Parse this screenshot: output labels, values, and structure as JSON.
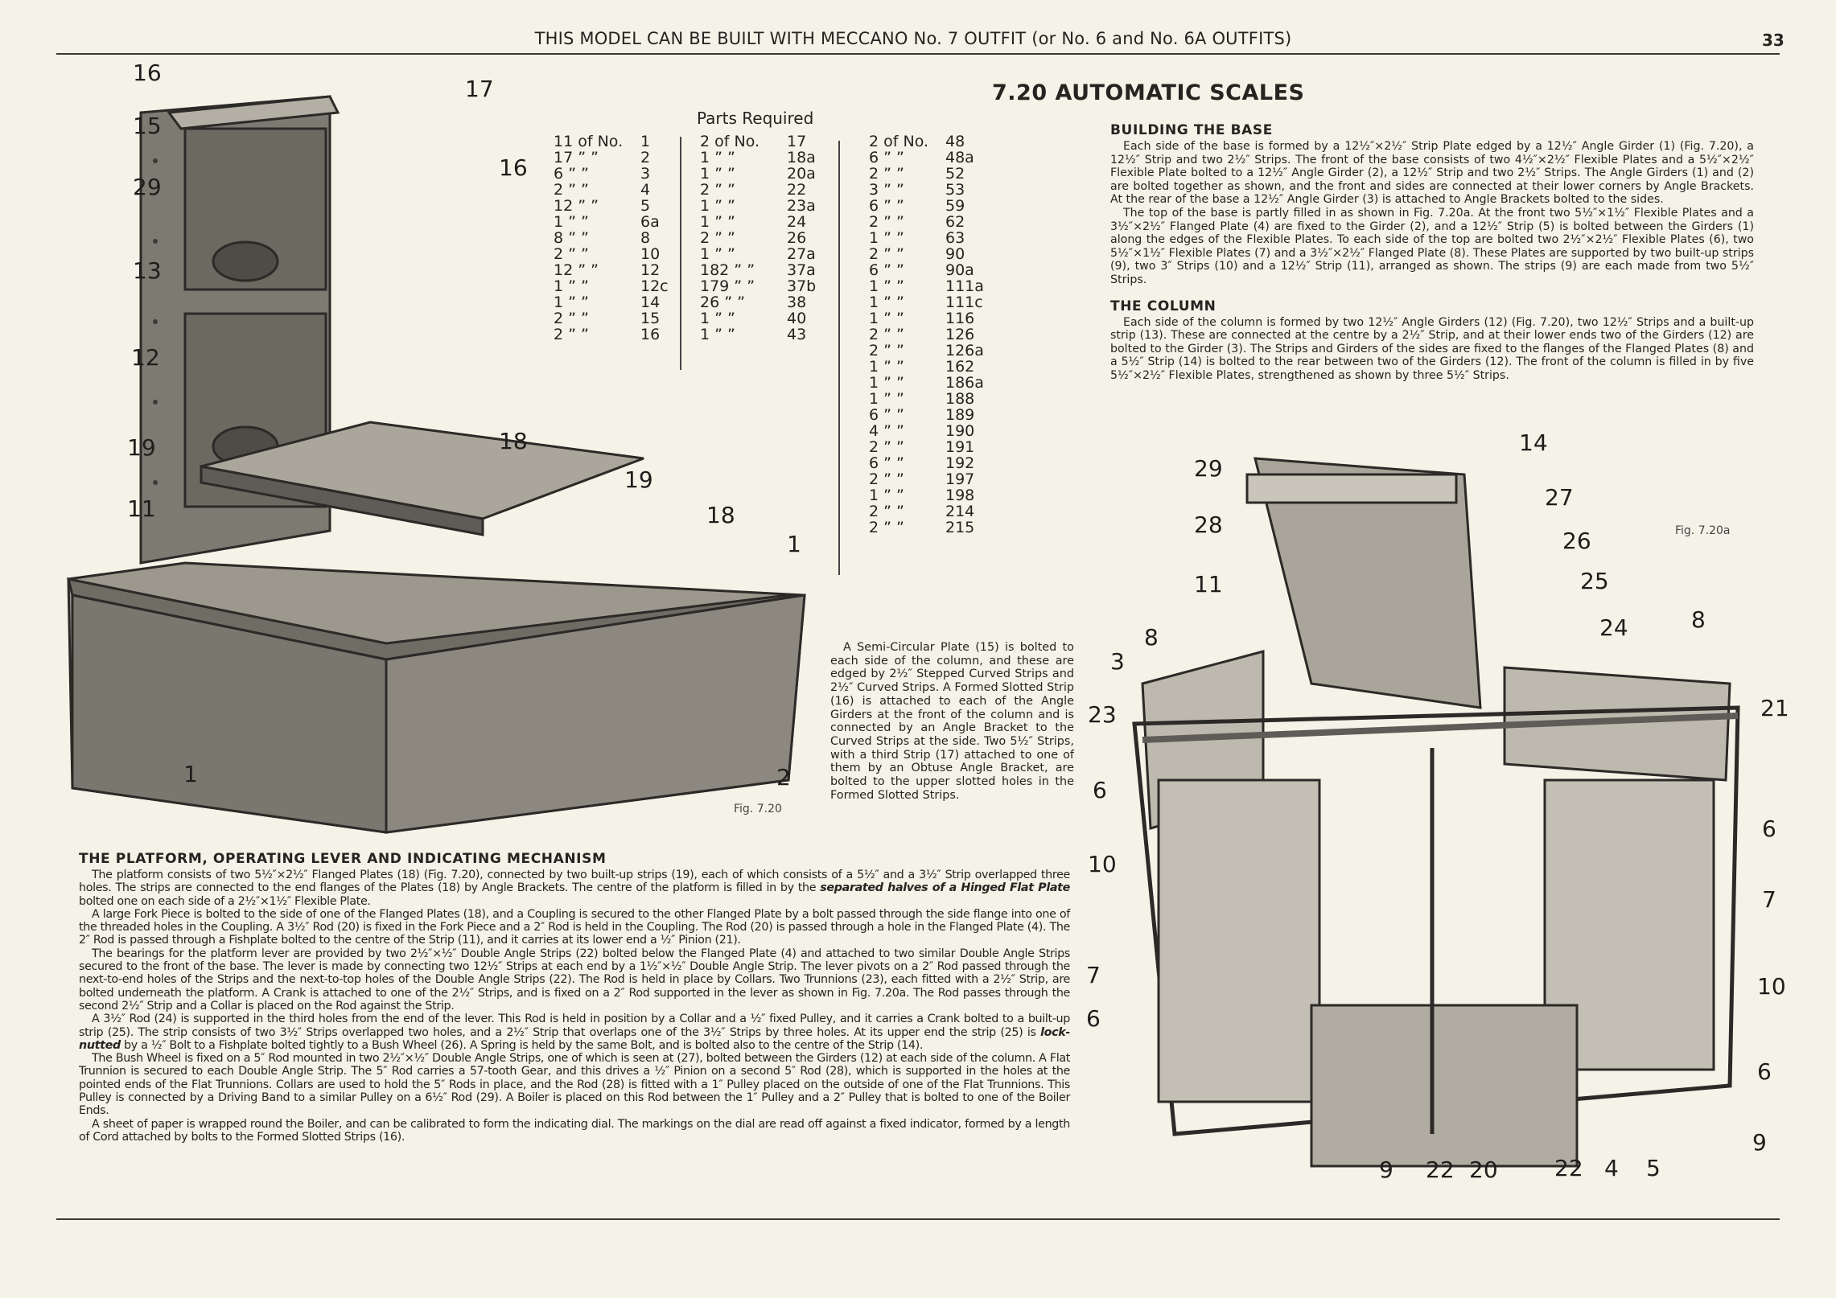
{
  "header": {
    "outfit_line": "THIS MODEL CAN BE BUILT WITH MECCANO No. 7 OUTFIT (or No. 6 and No. 6A OUTFITS)",
    "page_number": "33"
  },
  "title": "7.20  AUTOMATIC SCALES",
  "parts": {
    "heading": "Parts Required",
    "columns": [
      [
        [
          "11 of No.",
          "1"
        ],
        [
          "17  ”  ”",
          "2"
        ],
        [
          "6  ”  ”",
          "3"
        ],
        [
          "2  ”  ”",
          "4"
        ],
        [
          "12  ”  ”",
          "5"
        ],
        [
          "1  ”  ”",
          "6a"
        ],
        [
          "8  ”  ”",
          "8"
        ],
        [
          "2  ”  ”",
          "10"
        ],
        [
          "12  ”  ”",
          "12"
        ],
        [
          "1  ”  ”",
          "12c"
        ],
        [
          "1  ”  ”",
          "14"
        ],
        [
          "2  ”  ”",
          "15"
        ],
        [
          "2  ”  ”",
          "16"
        ]
      ],
      [
        [
          "2 of No.",
          "17"
        ],
        [
          "1  ”  ”",
          "18a"
        ],
        [
          "1  ”  ”",
          "20a"
        ],
        [
          "2  ”  ”",
          "22"
        ],
        [
          "1  ”  ”",
          "23a"
        ],
        [
          "1  ”  ”",
          "24"
        ],
        [
          "2  ”  ”",
          "26"
        ],
        [
          "1  ”  ”",
          "27a"
        ],
        [
          "182  ”  ”",
          "37a"
        ],
        [
          "179  ”  ”",
          "37b"
        ],
        [
          "26  ”  ”",
          "38"
        ],
        [
          "1  ”  ”",
          "40"
        ],
        [
          "1  ”  ”",
          "43"
        ]
      ],
      [
        [
          "2 of No.",
          "48"
        ],
        [
          "6  ”  ”",
          "48a"
        ],
        [
          "2  ”  ”",
          "52"
        ],
        [
          "3  ”  ”",
          "53"
        ],
        [
          "6  ”  ”",
          "59"
        ],
        [
          "2  ”  ”",
          "62"
        ],
        [
          "1  ”  ”",
          "63"
        ],
        [
          "2  ”  ”",
          "90"
        ],
        [
          "6  ”  ”",
          "90a"
        ],
        [
          "1  ”  ”",
          "111a"
        ],
        [
          "1  ”  ”",
          "111c"
        ],
        [
          "1  ”  ”",
          "116"
        ],
        [
          "2  ”  ”",
          "126"
        ],
        [
          "2  ”  ”",
          "126a"
        ],
        [
          "1  ”  ”",
          "162"
        ],
        [
          "1  ”  ”",
          "186a"
        ],
        [
          "1  ”  ”",
          "188"
        ],
        [
          "6  ”  ”",
          "189"
        ],
        [
          "4  ”  ”",
          "190"
        ],
        [
          "2  ”  ”",
          "191"
        ],
        [
          "6  ”  ”",
          "192"
        ],
        [
          "2  ”  ”",
          "197"
        ],
        [
          "1  ”  ”",
          "198"
        ],
        [
          "2  ”  ”",
          "214"
        ],
        [
          "2  ”  ”",
          "215"
        ]
      ]
    ]
  },
  "building_base": {
    "heading": "BUILDING THE BASE",
    "paragraphs": [
      "Each side of the base is formed by a 12½″×2½″ Strip Plate edged by a 12½″ Angle Girder (1) (Fig. 7.20), a 12½″ Strip and two 2½″ Strips. The front of the base consists of two 4½″×2½″ Flexible Plates and a 5½″×2½″ Flexible Plate bolted to a 12½″ Angle Girder (2), a 12½″ Strip and two 2½″ Strips. The Angle Girders (1) and (2) are bolted together as shown, and the front and sides are connected at their lower corners by Angle Brackets. At the rear of the base a 12½″ Angle Girder (3) is attached to Angle Brackets bolted to the sides.",
      "The top of the base is partly filled in as shown in Fig. 7.20a. At the front two 5½″×1½″ Flexible Plates and a 3½″×2½″ Flanged Plate (4) are fixed to the Girder (2), and a 12½″ Strip (5) is bolted between the Girders (1) along the edges of the Flexible Plates. To each side of the top are bolted two 2½″×2½″ Flexible Plates (6), two 5½″×1½″ Flexible Plates (7) and a 3½″×2½″ Flanged Plate (8). These Plates are supported by two built-up strips (9), two 3″ Strips (10) and a 12½″ Strip (11), arranged as shown. The strips (9) are each made from two 5½″ Strips."
    ]
  },
  "column": {
    "heading": "THE COLUMN",
    "paragraphs": [
      "Each side of the column is formed by two 12½″ Angle Girders (12) (Fig. 7.20), two 12½″ Strips and a built-up strip (13). These are connected at the centre by a 2½″ Strip, and at their lower ends two of the Girders (12) are bolted to the Girder (3). The Strips and Girders of the sides are fixed to the flanges of the Flanged Plates (8) and a 5½″ Strip (14) is bolted to the rear between two of the Girders (12). The front of the column is filled in by five 5½″×2½″ Flexible Plates, strengthened as shown by three 5½″ Strips."
    ]
  },
  "semi_circular_note": "A Semi-Circular Plate (15) is bolted to each side of the column, and these are edged by 2½″ Stepped Curved Strips and 2½″ Curved Strips. A Formed Slotted Strip (16) is attached to each of the Angle Girders at the front of the column and is connected by an Angle Bracket to the Curved Strips at the side. Two 5½″ Strips, with a third Strip (17) attached to one of them by an Obtuse Angle Bracket, are bolted to the upper slotted holes in the Formed Slotted Strips.",
  "platform": {
    "heading": "THE PLATFORM, OPERATING LEVER AND INDICATING MECHANISM",
    "p1_a": "The platform consists of two 5½″×2½″ Flanged Plates (18) (Fig. 7.20), connected by two built-up strips (19), each of which consists of a 5½″ and a 3½″ Strip overlapped three holes. The strips are connected to the end flanges of the Plates (18) by Angle Brackets. The centre of the platform is filled in by the ",
    "p1_em": "separated halves of a Hinged Flat Plate",
    "p1_b": " bolted one on each side of a 2½″×1½″ Flexible Plate.",
    "p2": "A large Fork Piece is bolted to the side of one of the Flanged Plates (18), and a Coupling is secured to the other Flanged Plate by a bolt passed through the side flange into one of the threaded holes in the Coupling. A 3½″ Rod (20) is fixed in the Fork Piece and a 2″ Rod is held in the Coupling. The Rod (20) is passed through a hole in the Flanged Plate (4). The 2″ Rod is passed through a Fishplate bolted to the centre of the Strip (11), and it carries at its lower end a ½″ Pinion (21).",
    "p3": "The bearings for the platform lever are provided by two 2½″×½″ Double Angle Strips (22) bolted below the Flanged Plate (4) and attached to two similar Double Angle Strips secured to the front of the base. The lever is made by connecting two 12½″ Strips at each end by a 1½″×½″ Double Angle Strip. The lever pivots on a 2″ Rod passed through the next-to-end holes of the Strips and the next-to-top holes of the Double Angle Strips (22). The Rod is held in place by Collars. Two Trunnions (23), each fitted with a 2½″ Strip, are bolted underneath the platform. A Crank is attached to one of the 2½″ Strips, and is fixed on a 2″ Rod supported in the lever as shown in Fig. 7.20a. The Rod passes through the second 2½″ Strip and a Collar is placed on the Rod against the Strip.",
    "p4_a": "A 3½″ Rod (24) is supported in the third holes from the end of the lever. This Rod is held in position by a Collar and a ½″ fixed Pulley, and it carries a Crank bolted to a built-up strip (25). The strip consists of two 3½″ Strips overlapped two holes, and a 2½″ Strip that overlaps one of the 3½″ Strips by three holes. At its upper end the strip (25) is ",
    "p4_em": "lock-nutted",
    "p4_b": " by a ½″ Bolt to a Fishplate bolted tightly to a Bush Wheel (26). A Spring is held by the same Bolt, and is bolted also to the centre of the Strip (14).",
    "p5": "The Bush Wheel is fixed on a 5″ Rod mounted in two 2½″×½″ Double Angle Strips, one of which is seen at (27), bolted between the Girders (12) at each side of the column. A Flat Trunnion is secured to each Double Angle Strip. The 5″ Rod carries a 57-tooth Gear, and this drives a ½″ Pinion on a second 5″ Rod (28), which is supported in the holes at the pointed ends of the Flat Trunnions. Collars are used to hold the 5″ Rods in place, and the Rod (28) is fitted with a 1″ Pulley placed on the outside of one of the Flat Trunnions. This Pulley is connected by a Driving Band to a similar Pulley on a 6½″ Rod (29). A Boiler is placed on this Rod between the 1″ Pulley and a 2″ Pulley that is bolted to one of the Boiler Ends.",
    "p6": "A sheet of paper is wrapped round the Boiler, and can be calibrated to form the indicating dial. The markings on the dial are read off against a fixed indicator, formed by a length of Cord attached by bolts to the Formed Slotted Strips (16)."
  },
  "fig_7_20": {
    "caption": "Fig. 7.20",
    "callouts": [
      "16",
      "17",
      "15",
      "16",
      "29",
      "13",
      "12",
      "19",
      "18",
      "11",
      "19",
      "18",
      "1",
      "1",
      "2"
    ]
  },
  "fig_7_20a": {
    "caption": "Fig. 7.20a",
    "callouts": [
      "14",
      "29",
      "27",
      "28",
      "26",
      "11",
      "25",
      "24",
      "8",
      "8",
      "3",
      "21",
      "23",
      "6",
      "6",
      "10",
      "7",
      "7",
      "10",
      "6",
      "6",
      "9",
      "9",
      "22",
      "20",
      "22",
      "4",
      "5"
    ]
  }
}
